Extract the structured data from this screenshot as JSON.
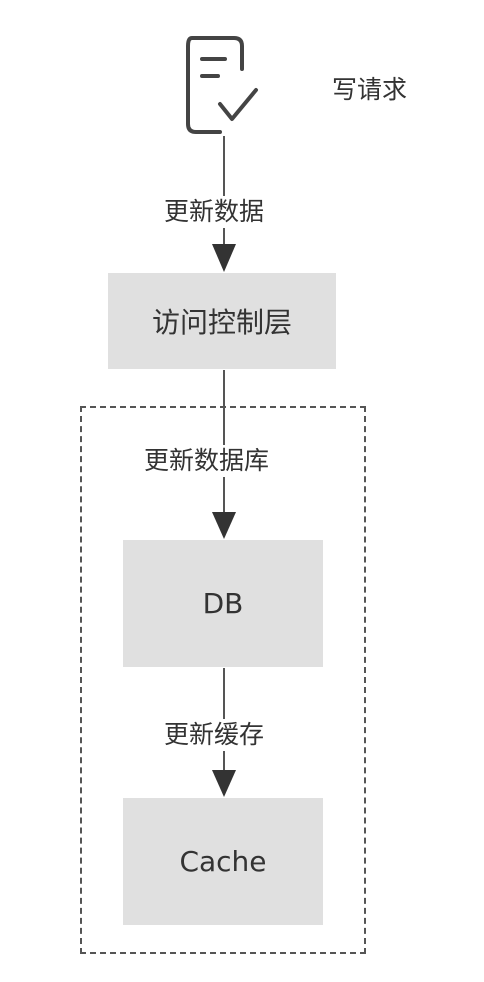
{
  "diagram": {
    "request_label": "写请求",
    "edges": {
      "update_data": "更新数据",
      "update_database": "更新数据库",
      "update_cache": "更新缓存"
    },
    "nodes": {
      "access_layer": "访问控制层",
      "db": "DB",
      "cache": "Cache"
    },
    "icons": {
      "request": "document-check-icon"
    },
    "colors": {
      "box_fill": "#e0e0e0",
      "line": "#555555",
      "arrow": "#333333",
      "text": "#333333"
    }
  }
}
